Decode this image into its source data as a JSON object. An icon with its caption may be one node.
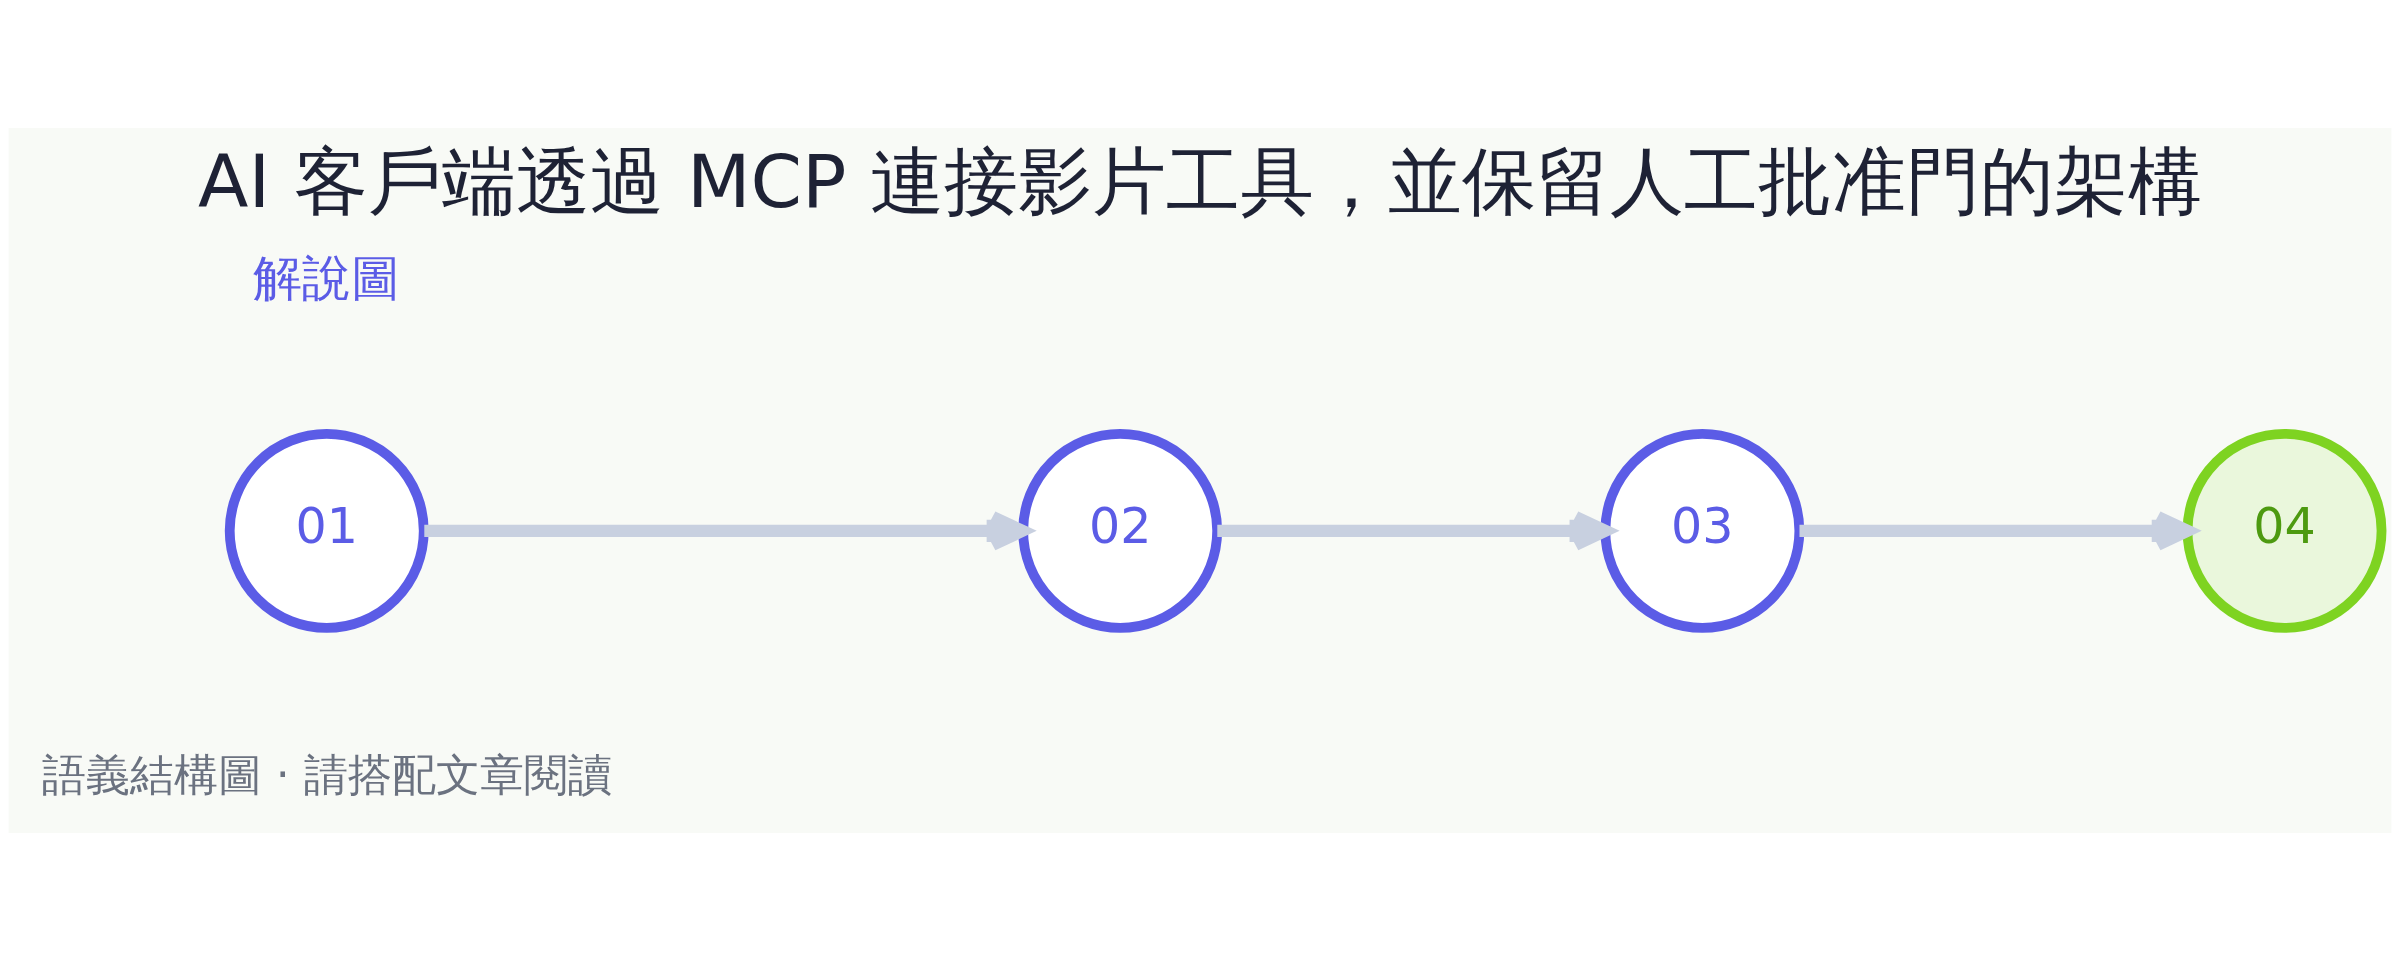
{
  "diagram": {
    "title": "AI 客戶端透過 MCP 連接影片工具，並保留人工批准門的架構",
    "caption": "語義結構圖 · 請搭配文章閱讀",
    "nodes": [
      {
        "text": [
          "01"
        ]
      },
      {
        "text": [
          "02"
        ]
      },
      {
        "text": [
          "03"
        ]
      },
      {
        "text": [
          "04"
        ]
      }
    ],
    "edges": [
      {
        "from": 0,
        "to": 1,
        "arrow": "to"
      },
      {
        "from": 1,
        "to": 2,
        "arrow": "to"
      },
      {
        "from": 2,
        "to": 3,
        "arrow": "to"
      }
    ],
    "labels": [
      "解說圖"
    ]
  }
}
